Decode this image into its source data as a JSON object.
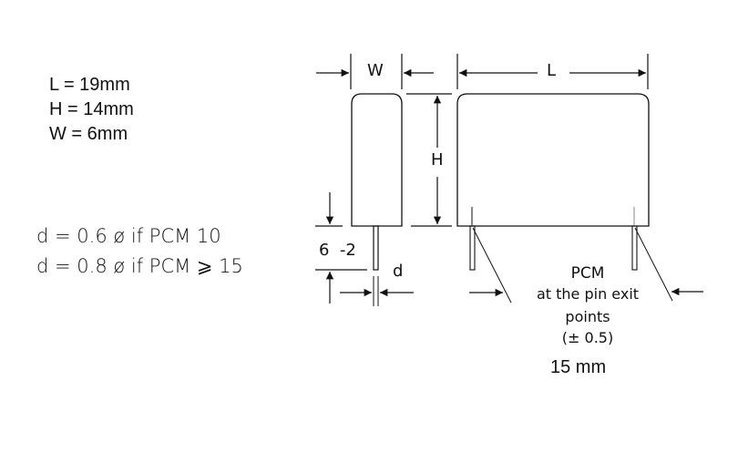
{
  "specs": {
    "L": "L =     19mm",
    "H": "H =  14mm",
    "W": "W = 6mm"
  },
  "lead_notes": [
    "d = 0.6 ø if PCM 10",
    "d = 0.8 ø if PCM ⩾ 15"
  ],
  "dimension_labels": {
    "width": "W",
    "length": "L",
    "height": "H",
    "lead_length": "6  -2",
    "lead_diameter": "d"
  },
  "pcm_note": {
    "title": "PCM",
    "line1": "at the pin exit",
    "line2": "points",
    "tolerance": "(± 0.5)",
    "value": "15 mm"
  },
  "colors": {
    "line": "#111111",
    "inner_lead": "#999999",
    "background": "#ffffff"
  }
}
